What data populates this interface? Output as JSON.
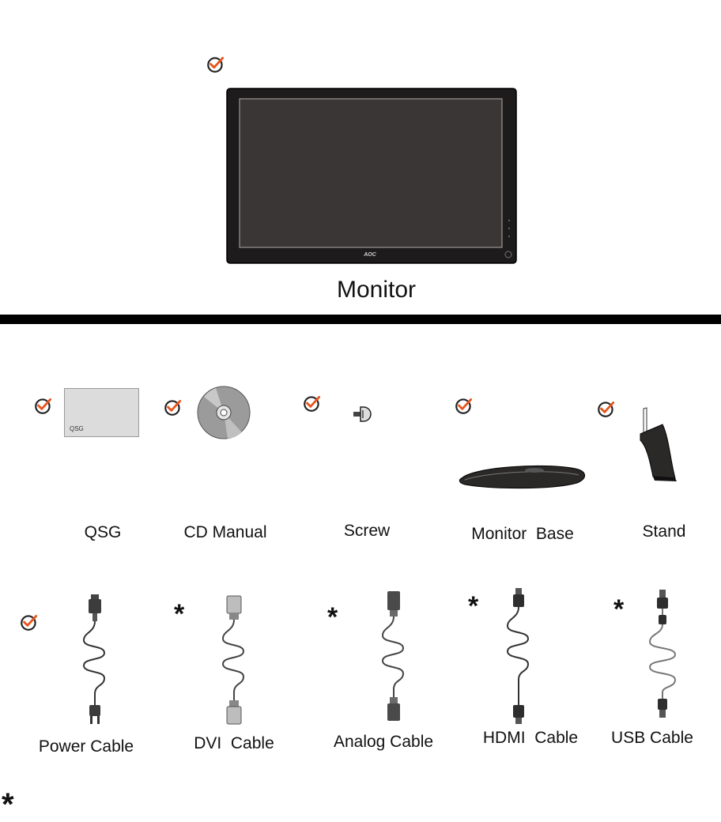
{
  "monitor": {
    "label": "Monitor",
    "brand": "AOC"
  },
  "qsg_card_text": "QSG",
  "accessories": [
    {
      "label": "QSG",
      "included": true
    },
    {
      "label": "CD Manual",
      "included": true
    },
    {
      "label": "Screw",
      "included": true
    },
    {
      "label": "Monitor  Base",
      "included": true
    },
    {
      "label": "Stand",
      "included": true
    }
  ],
  "cables": [
    {
      "label": "Power Cable",
      "marker": "check"
    },
    {
      "label": "DVI  Cable",
      "marker": "*"
    },
    {
      "label": "Analog Cable",
      "marker": "*"
    },
    {
      "label": "HDMI  Cable",
      "marker": "*"
    },
    {
      "label": "USB Cable",
      "marker": "*"
    }
  ],
  "footnote_marker": "*",
  "colors": {
    "check_accent": "#e8541c",
    "check_ring": "#222222",
    "bezel": "#1d1b1b",
    "screen": "#3a3636"
  }
}
